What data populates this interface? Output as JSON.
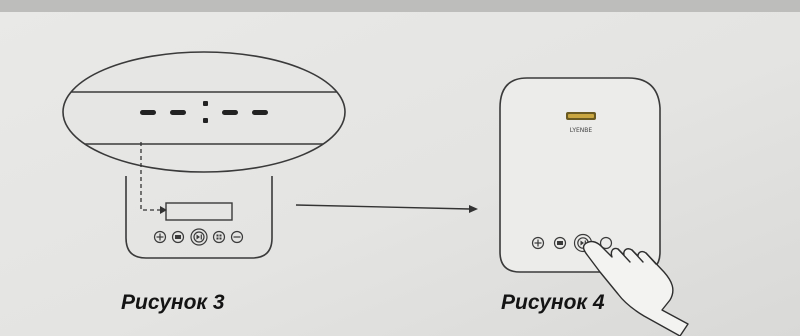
{
  "figures": [
    {
      "caption": "Рисунок 3"
    },
    {
      "caption": "Рисунок 4"
    }
  ],
  "zoom_display": {
    "text": "--:--"
  },
  "device_logo": {
    "brand": "LYENBE"
  }
}
